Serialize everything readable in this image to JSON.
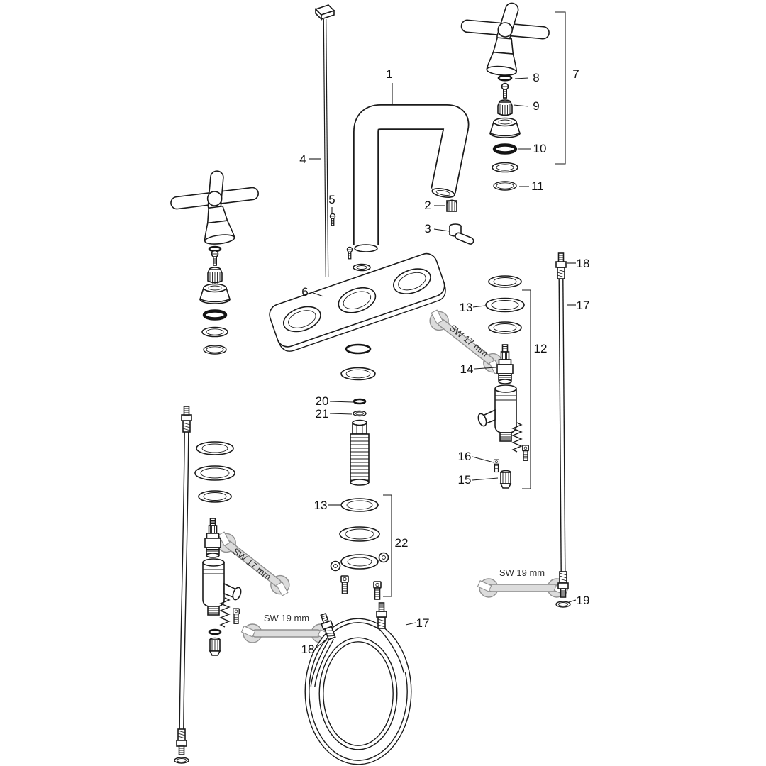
{
  "diagram": {
    "part_labels": {
      "p1": "1",
      "p2": "2",
      "p3": "3",
      "p4": "4",
      "p5": "5",
      "p6": "6",
      "p7": "7",
      "p8": "8",
      "p9": "9",
      "p10": "10",
      "p11": "11",
      "p12": "12",
      "p13": "13",
      "p14": "14",
      "p15": "15",
      "p16": "16",
      "p17": "17",
      "p18": "18",
      "p19": "19",
      "p20": "20",
      "p21": "21",
      "p22": "22"
    },
    "tool_annotations": {
      "sw17": "SW 17 mm",
      "sw19": "SW 19 mm"
    },
    "colors": {
      "line": "#1a1a1a",
      "seal": "#141414",
      "tool_fill": "#dcdcdc",
      "tool_stroke": "#8f8f8f",
      "background": "#ffffff"
    }
  }
}
